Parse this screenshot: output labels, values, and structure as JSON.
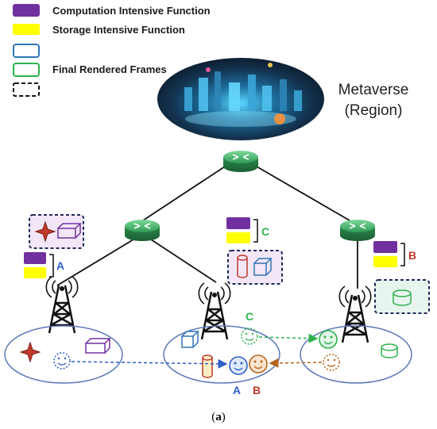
{
  "legend": {
    "computation": {
      "label": "Computation Intensive Function",
      "color": "#7030a0"
    },
    "storage": {
      "label": "Storage Intensive Function",
      "color": "#ffff00"
    },
    "blue_box": {
      "label": "",
      "color": "#2e75b6"
    },
    "green_box": {
      "label": "Final Rendered Frames",
      "color": "#2bb24c"
    },
    "dashed_box": {
      "label": ""
    }
  },
  "metaverse": {
    "line1": "Metaverse",
    "line2": "(Region)"
  },
  "tags": {
    "left_A": "A",
    "middle_C": "C",
    "right_B": "B",
    "cloud_C": "C",
    "users_A": "A",
    "users_B": "B"
  },
  "colors": {
    "user_a": "#2e5fc9",
    "user_b": "#c0392b",
    "user_c": "#2bb24c"
  },
  "caption": {
    "prefix": "(",
    "letter": "a",
    "suffix": ")"
  }
}
